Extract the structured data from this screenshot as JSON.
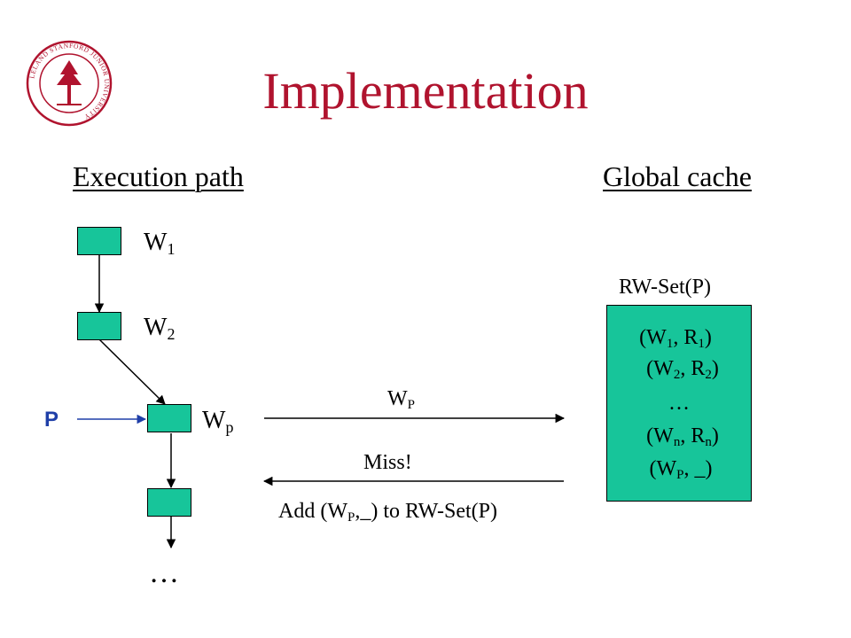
{
  "slide": {
    "title": "Implementation",
    "colors": {
      "title": "#b0132e",
      "node": "#17c59a",
      "arrow_p": "#1f3fa8"
    },
    "logo": {
      "icon": "stanford-seal-icon",
      "text": "LELAND STANFORD JUNIOR UNIVERSITY"
    }
  },
  "execution_path": {
    "heading": "Execution path",
    "w1": {
      "base": "W",
      "sub": "1"
    },
    "w2": {
      "base": "W",
      "sub": "2"
    },
    "wp": {
      "base": "W",
      "sub": "p"
    },
    "p_label": "P",
    "ellipsis": "…"
  },
  "messages": {
    "request": {
      "base": "W",
      "sub": "P"
    },
    "miss": "Miss!",
    "add": {
      "pre": "Add (W",
      "sub": "P",
      "post": ",_) to RW-Set(P)"
    }
  },
  "global_cache": {
    "heading": "Global cache",
    "set_label": "RW-Set(P)",
    "entries": [
      {
        "pre": "(W",
        "s1": "1",
        "mid": ", R",
        "s2": "1",
        "post": ")"
      },
      {
        "pre": "(W",
        "s1": "2",
        "mid": ", R",
        "s2": "2",
        "post": ")"
      },
      {
        "text": "…"
      },
      {
        "pre": "(W",
        "s1": "n",
        "mid": ", R",
        "s2": "n",
        "post": ")"
      },
      {
        "pre": "(W",
        "s1": "P",
        "post": ", _)"
      }
    ]
  }
}
